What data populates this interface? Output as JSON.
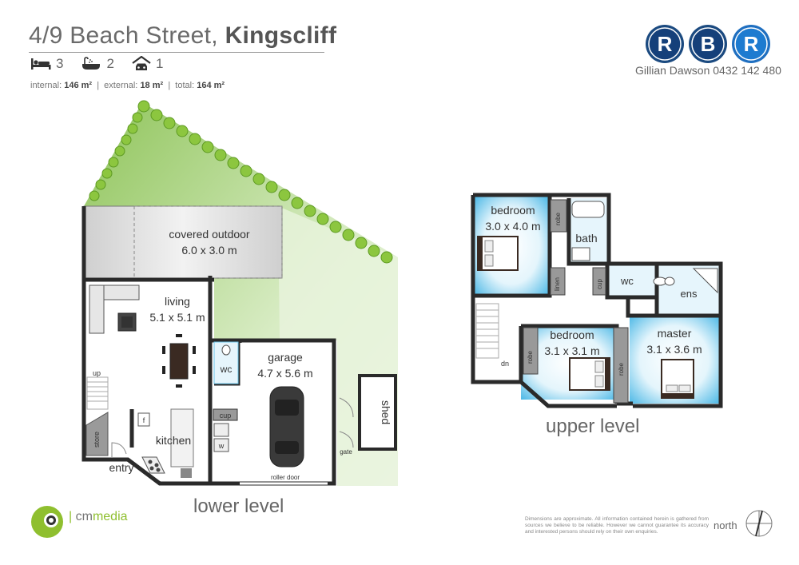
{
  "header": {
    "street": "4/9 Beach Street,",
    "suburb": "Kingscliff",
    "bedrooms": "3",
    "bathrooms": "2",
    "garages": "1",
    "internal_label": "internal:",
    "internal_value": "146 m²",
    "external_label": "external:",
    "external_value": "18 m²",
    "total_label": "total:",
    "total_value": "164 m²",
    "separator": "|"
  },
  "agency": {
    "logo_letters": [
      "R",
      "B",
      "R"
    ],
    "agent": "Gillian Dawson 0432 142 480",
    "brand_color": "#1b4a80"
  },
  "lower": {
    "title": "lower level",
    "covered_outdoor_name": "covered outdoor",
    "covered_outdoor_dim": "6.0 x 3.0 m",
    "living_name": "living",
    "living_dim": "5.1 x 5.1 m",
    "garage_name": "garage",
    "garage_dim": "4.7 x 5.6 m",
    "wc": "wc",
    "kitchen": "kitchen",
    "entry": "entry",
    "store": "store",
    "up": "up",
    "cup": "cup",
    "fridge": "f",
    "washer": "w",
    "roller_door": "roller door",
    "shed": "shed",
    "gate": "gate"
  },
  "upper": {
    "title": "upper level",
    "bedroom1_name": "bedroom",
    "bedroom1_dim": "3.0 x 4.0 m",
    "bath": "bath",
    "robe": "robe",
    "linen": "linen",
    "cup": "cup",
    "wc": "wc",
    "ens": "ens",
    "bedroom2_name": "bedroom",
    "bedroom2_dim": "3.1 x 3.1 m",
    "master_name": "master",
    "master_dim": "3.1 x 3.6 m",
    "dn": "dn"
  },
  "footer": {
    "brand_prefix": "cm",
    "brand_suffix": "media",
    "separator": "|",
    "disclaimer": "Dimensions are approximate. All information contained herein is gathered from sources we believe to be reliable. However we cannot guarantee its accuracy and interested persons should rely on their own enquiries.",
    "north": "north"
  },
  "colors": {
    "lawn": "#a6cf6e",
    "room_blue": "#6cc6ec",
    "wall": "#2a2a2a",
    "hedge": "#8cc63f"
  }
}
